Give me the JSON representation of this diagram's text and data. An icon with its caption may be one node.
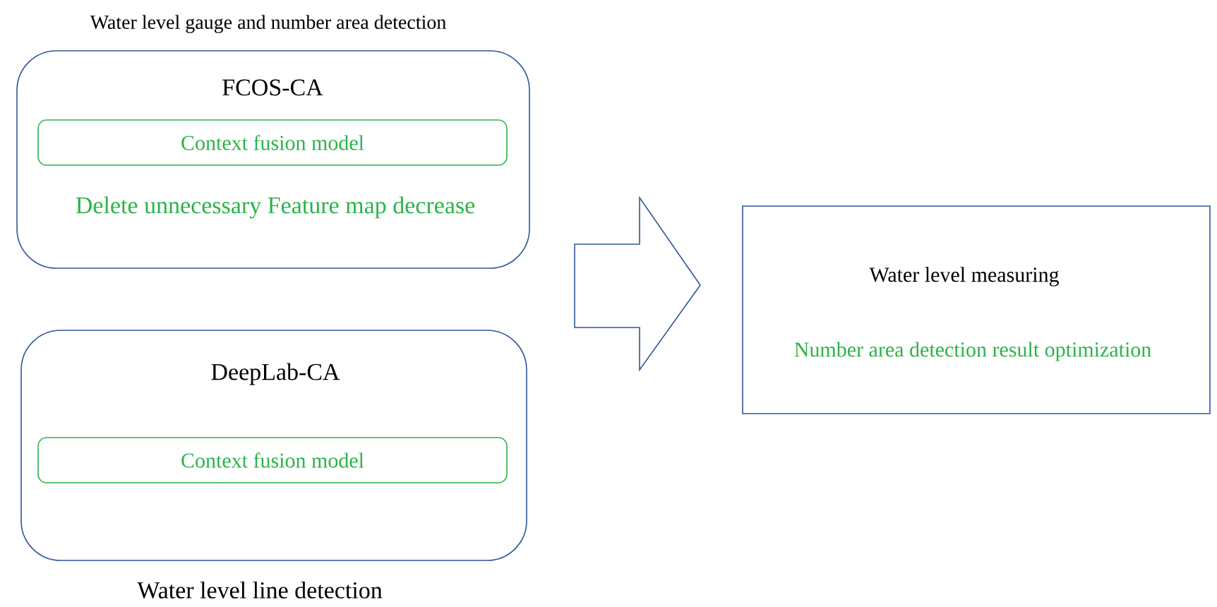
{
  "diagram": {
    "nodes": [
      {
        "text": [
          "Water level gauge and number area detection",
          "FCOS-CA",
          "Delete unnecessary Feature map decrease"
        ]
      },
      {
        "text": [
          "Context fusion model"
        ],
        "in": 0
      },
      {
        "text": [
          "DeepLab-CA",
          "Water level line detection"
        ]
      },
      {
        "text": [
          "Context fusion model"
        ],
        "in": 2
      },
      {
        "text": [
          "Water level measuring",
          "Number area detection result optimization"
        ]
      }
    ],
    "edges": [
      {
        "from": 0,
        "to": 4,
        "arrow": "to"
      },
      {
        "from": 2,
        "to": 4,
        "arrow": "to"
      }
    ]
  }
}
